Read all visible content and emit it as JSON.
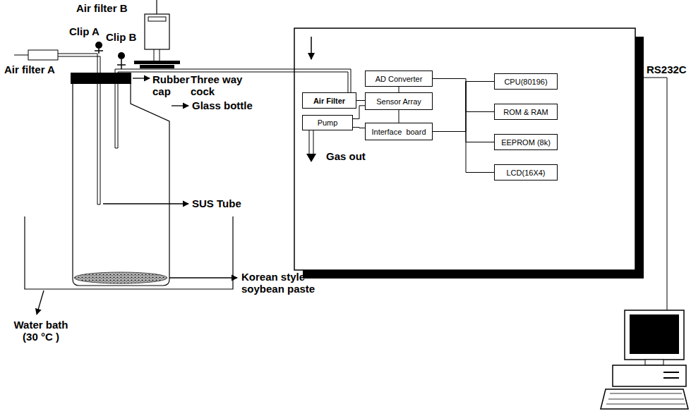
{
  "diagram": {
    "nodes": [
      {
        "text": [
          "Air Filter"
        ]
      },
      {
        "text": [
          "Pump"
        ]
      },
      {
        "text": [
          "AD Converter"
        ]
      },
      {
        "text": [
          "Sensor Array"
        ]
      },
      {
        "text": [
          "Interface  board"
        ]
      },
      {
        "text": [
          "CPU(80196)"
        ]
      },
      {
        "text": [
          "ROM & RAM"
        ]
      },
      {
        "text": [
          "EEPROM (8k)"
        ]
      },
      {
        "text": [
          "LCD(16X4)"
        ]
      }
    ],
    "edges": [
      {
        "from": 0,
        "to": 3,
        "arrow": "none"
      },
      {
        "from": 1,
        "to": 3,
        "arrow": "none"
      },
      {
        "from": 1,
        "to": 4,
        "arrow": "none"
      },
      {
        "from": 2,
        "to": 3,
        "arrow": "none"
      },
      {
        "from": 3,
        "to": 4,
        "arrow": "none"
      },
      {
        "from": 2,
        "to": 5,
        "arrow": "none"
      },
      {
        "from": 4,
        "to": 5,
        "arrow": "none"
      },
      {
        "from": 5,
        "to": 6,
        "arrow": "none"
      },
      {
        "from": 5,
        "to": 7,
        "arrow": "none"
      },
      {
        "from": 5,
        "to": 8,
        "arrow": "none"
      }
    ],
    "labels": [
      "Air filter B",
      "Clip A",
      "Clip B",
      "Air filter A",
      "Rubber cap",
      "Three way cock",
      "Glass bottle",
      "SUS Tube",
      "Korean style soybean paste",
      "Water bath (30 °C )",
      "Gas out",
      "RS232C"
    ]
  }
}
